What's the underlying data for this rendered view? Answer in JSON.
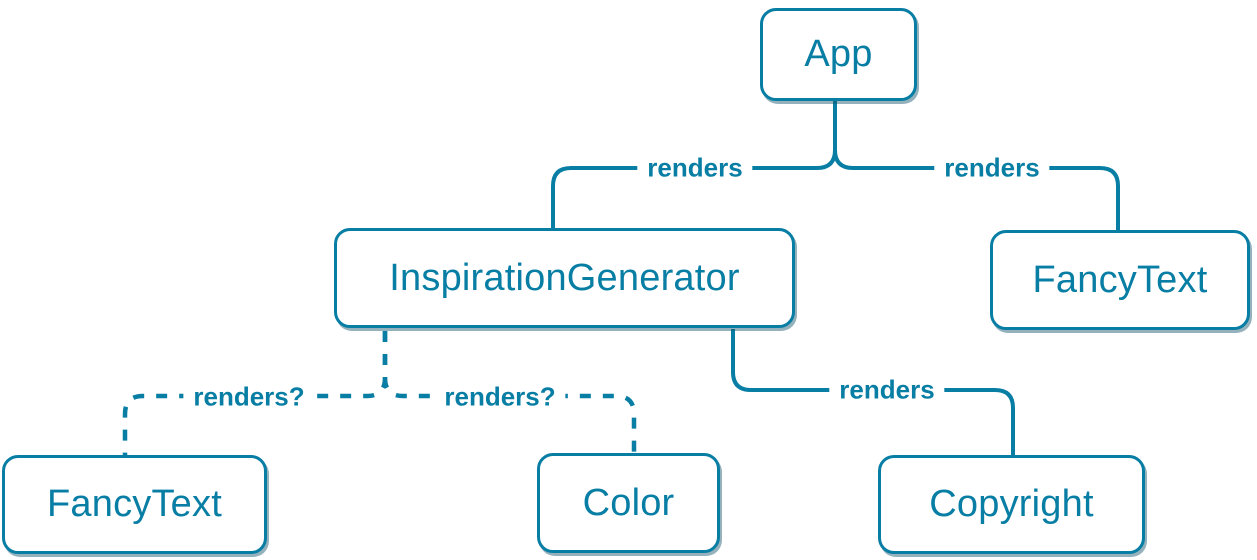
{
  "diagram": {
    "description": "React component render tree",
    "colors": {
      "accent": "#087ea4",
      "node_background": "#ffffff",
      "page_background": "#ffffff",
      "node_shadow": "rgba(18,81,107,0.45)"
    },
    "nodes": [
      {
        "id": "app",
        "label": "App"
      },
      {
        "id": "inspiration-generator",
        "label": "InspirationGenerator"
      },
      {
        "id": "fancy-text-top",
        "label": "FancyText"
      },
      {
        "id": "fancy-text-bottom",
        "label": "FancyText"
      },
      {
        "id": "color",
        "label": "Color"
      },
      {
        "id": "copyright",
        "label": "Copyright"
      }
    ],
    "edges": [
      {
        "from": "App",
        "to": "InspirationGenerator",
        "label": "renders",
        "style": "solid"
      },
      {
        "from": "App",
        "to": "FancyText",
        "label": "renders",
        "style": "solid"
      },
      {
        "from": "InspirationGenerator",
        "to": "FancyText",
        "label": "renders?",
        "style": "dashed"
      },
      {
        "from": "InspirationGenerator",
        "to": "Color",
        "label": "renders?",
        "style": "dashed"
      },
      {
        "from": "InspirationGenerator",
        "to": "Copyright",
        "label": "renders",
        "style": "solid"
      }
    ]
  }
}
